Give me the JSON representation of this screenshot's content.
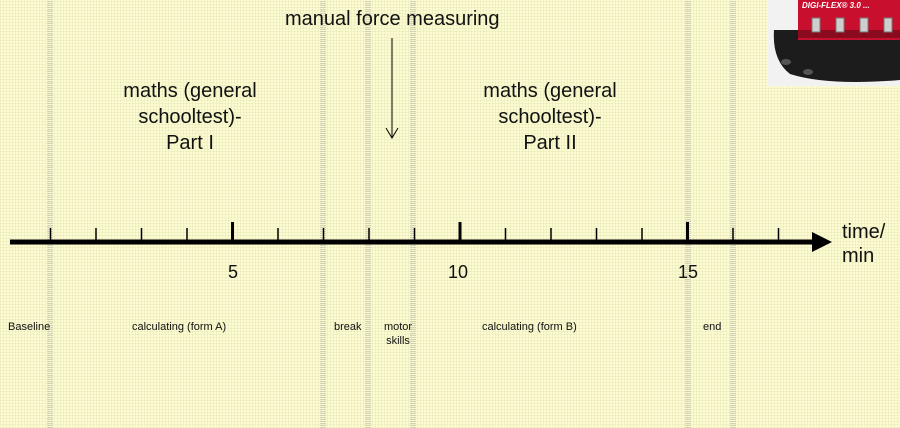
{
  "annotation": {
    "text": "manual force measuring"
  },
  "sections": [
    {
      "lines": [
        "maths (general",
        "schooltest)-",
        "Part I"
      ]
    },
    {
      "lines": [
        "maths (general",
        "schooltest)-",
        "Part II"
      ]
    }
  ],
  "axis": {
    "unit_lines": [
      "time/",
      "min"
    ],
    "major_labels": [
      "5",
      "10",
      "15"
    ]
  },
  "phases": [
    {
      "label": "Baseline"
    },
    {
      "label": "calculating (form A)"
    },
    {
      "label": "break"
    },
    {
      "label": "motor skills"
    },
    {
      "label": "calculating (form B)"
    },
    {
      "label": "end"
    }
  ],
  "device": {
    "brand_text": "DIGI-FLEX® 3.0 ..."
  },
  "colors": {
    "background": "#fcfbd2",
    "axis": "#000000",
    "device_red": "#c8102e"
  }
}
